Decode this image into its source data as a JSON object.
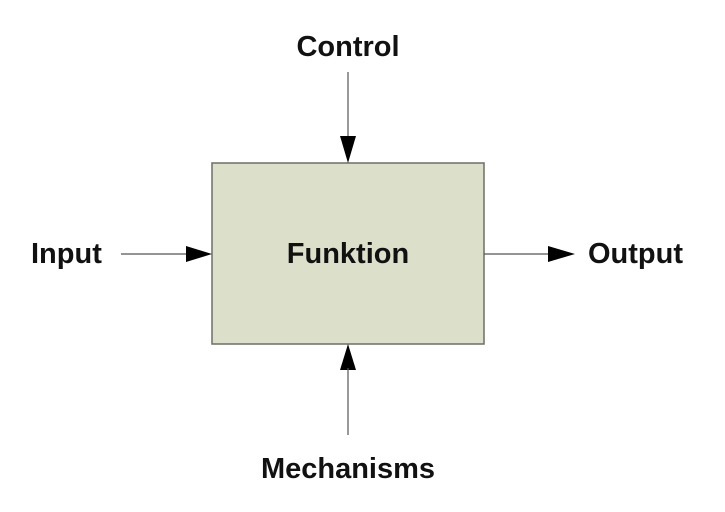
{
  "diagram": {
    "type": "IDEF0 function block",
    "box": {
      "label": "Funktion",
      "fill": "#dcdfca"
    },
    "arrows": {
      "control": {
        "label": "Control",
        "direction": "into-top"
      },
      "input": {
        "label": "Input",
        "direction": "into-left"
      },
      "output": {
        "label": "Output",
        "direction": "out-right"
      },
      "mechanisms": {
        "label": "Mechanisms",
        "direction": "into-bottom"
      }
    }
  }
}
